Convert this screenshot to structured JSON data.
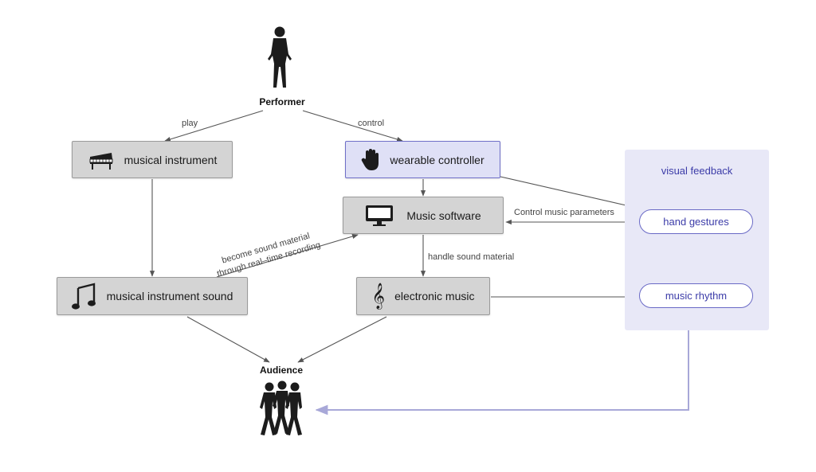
{
  "actors": {
    "performer": "Performer",
    "audience": "Audience"
  },
  "nodes": {
    "musical_instrument": "musical instrument",
    "wearable_controller": "wearable controller",
    "music_software": "Music software",
    "musical_instrument_sound": "musical instrument sound",
    "electronic_music": "electronic music"
  },
  "panel": {
    "title": "visual feedback",
    "hand_gestures": "hand gestures",
    "music_rhythm": "music rhythm"
  },
  "edges": {
    "play": "play",
    "control": "control",
    "control_params": "Control music parameters",
    "handle_sound": "handle sound material",
    "become_line1": "become sound material",
    "become_line2": "through real–time recording"
  },
  "icons": {
    "performer": "person-icon",
    "audience": "walking-people-icon",
    "instrument": "piano-icon",
    "controller": "hand-icon",
    "software": "monitor-icon",
    "sound": "music-note-icon",
    "electronic": "treble-clef-icon"
  },
  "colors": {
    "box": "#d4d4d4",
    "box_border": "#9a9a9a",
    "controller_box": "#dfe0f6",
    "panel": "#e8e8f7",
    "accent": "#6a6ac6",
    "feedback_line": "#a8a8d8",
    "edge": "#555555"
  }
}
